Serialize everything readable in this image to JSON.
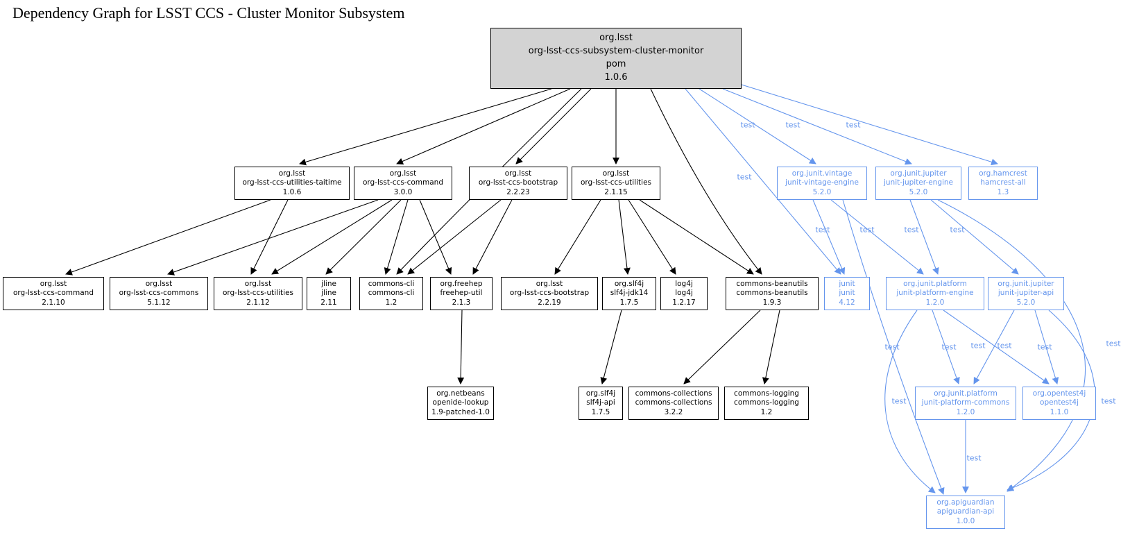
{
  "title": "Dependency Graph for LSST CCS - Cluster Monitor Subsystem",
  "colors": {
    "black": "#000000",
    "blue": "#6495ED",
    "root_fill": "#d3d3d3"
  },
  "edge_scope_label": "test",
  "nodes": [
    {
      "id": "root",
      "style": "root",
      "lines": [
        "org.lsst",
        "org-lsst-ccs-subsystem-cluster-monitor",
        "pom",
        "1.0.6"
      ]
    },
    {
      "id": "taitime",
      "style": "black",
      "lines": [
        "org.lsst",
        "org-lsst-ccs-utilities-taitime",
        "1.0.6"
      ]
    },
    {
      "id": "command3",
      "style": "black",
      "lines": [
        "org.lsst",
        "org-lsst-ccs-command",
        "3.0.0"
      ]
    },
    {
      "id": "bootstrap223",
      "style": "black",
      "lines": [
        "org.lsst",
        "org-lsst-ccs-bootstrap",
        "2.2.23"
      ]
    },
    {
      "id": "utilities2115",
      "style": "black",
      "lines": [
        "org.lsst",
        "org-lsst-ccs-utilities",
        "2.1.15"
      ]
    },
    {
      "id": "vintage",
      "style": "blue",
      "lines": [
        "org.junit.vintage",
        "junit-vintage-engine",
        "5.2.0"
      ]
    },
    {
      "id": "jupiterengine",
      "style": "blue",
      "lines": [
        "org.junit.jupiter",
        "junit-jupiter-engine",
        "5.2.0"
      ]
    },
    {
      "id": "hamcrest",
      "style": "blue",
      "lines": [
        "org.hamcrest",
        "hamcrest-all",
        "1.3"
      ]
    },
    {
      "id": "cmd2110",
      "style": "black",
      "lines": [
        "org.lsst",
        "org-lsst-ccs-command",
        "2.1.10"
      ]
    },
    {
      "id": "commons5112",
      "style": "black",
      "lines": [
        "org.lsst",
        "org-lsst-ccs-commons",
        "5.1.12"
      ]
    },
    {
      "id": "util2112",
      "style": "black",
      "lines": [
        "org.lsst",
        "org-lsst-ccs-utilities",
        "2.1.12"
      ]
    },
    {
      "id": "jline",
      "style": "black",
      "lines": [
        "jline",
        "jline",
        "2.11"
      ]
    },
    {
      "id": "commonscli",
      "style": "black",
      "lines": [
        "commons-cli",
        "commons-cli",
        "1.2"
      ]
    },
    {
      "id": "freehep",
      "style": "black",
      "lines": [
        "org.freehep",
        "freehep-util",
        "2.1.3"
      ]
    },
    {
      "id": "bootstrap2219",
      "style": "black",
      "lines": [
        "org.lsst",
        "org-lsst-ccs-bootstrap",
        "2.2.19"
      ]
    },
    {
      "id": "slf4jjdk14",
      "style": "black",
      "lines": [
        "org.slf4j",
        "slf4j-jdk14",
        "1.7.5"
      ]
    },
    {
      "id": "log4j",
      "style": "black",
      "lines": [
        "log4j",
        "log4j",
        "1.2.17"
      ]
    },
    {
      "id": "beanutils",
      "style": "black",
      "lines": [
        "commons-beanutils",
        "commons-beanutils",
        "1.9.3"
      ]
    },
    {
      "id": "junit",
      "style": "blue",
      "lines": [
        "junit",
        "junit",
        "4.12"
      ]
    },
    {
      "id": "platformengine",
      "style": "blue",
      "lines": [
        "org.junit.platform",
        "junit-platform-engine",
        "1.2.0"
      ]
    },
    {
      "id": "jupiterapi",
      "style": "blue",
      "lines": [
        "org.junit.jupiter",
        "junit-jupiter-api",
        "5.2.0"
      ]
    },
    {
      "id": "openide",
      "style": "black",
      "lines": [
        "org.netbeans",
        "openide-lookup",
        "1.9-patched-1.0"
      ]
    },
    {
      "id": "slf4japi",
      "style": "black",
      "lines": [
        "org.slf4j",
        "slf4j-api",
        "1.7.5"
      ]
    },
    {
      "id": "collections",
      "style": "black",
      "lines": [
        "commons-collections",
        "commons-collections",
        "3.2.2"
      ]
    },
    {
      "id": "logging",
      "style": "black",
      "lines": [
        "commons-logging",
        "commons-logging",
        "1.2"
      ]
    },
    {
      "id": "platformcommons",
      "style": "blue",
      "lines": [
        "org.junit.platform",
        "junit-platform-commons",
        "1.2.0"
      ]
    },
    {
      "id": "opentest4j",
      "style": "blue",
      "lines": [
        "org.opentest4j",
        "opentest4j",
        "1.1.0"
      ]
    },
    {
      "id": "apiguardian",
      "style": "blue",
      "lines": [
        "org.apiguardian",
        "apiguardian-api",
        "1.0.0"
      ]
    }
  ],
  "edges": [
    {
      "from": "root",
      "to": "taitime",
      "scope": "compile"
    },
    {
      "from": "root",
      "to": "command3",
      "scope": "compile"
    },
    {
      "from": "root",
      "to": "bootstrap223",
      "scope": "compile"
    },
    {
      "from": "root",
      "to": "utilities2115",
      "scope": "compile"
    },
    {
      "from": "root",
      "to": "commonscli",
      "scope": "compile"
    },
    {
      "from": "root",
      "to": "beanutils",
      "scope": "compile"
    },
    {
      "from": "taitime",
      "to": "cmd2110",
      "scope": "compile"
    },
    {
      "from": "taitime",
      "to": "util2112",
      "scope": "compile"
    },
    {
      "from": "command3",
      "to": "commons5112",
      "scope": "compile"
    },
    {
      "from": "command3",
      "to": "util2112",
      "scope": "compile"
    },
    {
      "from": "command3",
      "to": "jline",
      "scope": "compile"
    },
    {
      "from": "command3",
      "to": "commonscli",
      "scope": "compile"
    },
    {
      "from": "command3",
      "to": "freehep",
      "scope": "compile"
    },
    {
      "from": "bootstrap223",
      "to": "commonscli",
      "scope": "compile"
    },
    {
      "from": "bootstrap223",
      "to": "freehep",
      "scope": "compile"
    },
    {
      "from": "utilities2115",
      "to": "bootstrap2219",
      "scope": "compile"
    },
    {
      "from": "utilities2115",
      "to": "slf4jjdk14",
      "scope": "compile"
    },
    {
      "from": "utilities2115",
      "to": "log4j",
      "scope": "compile"
    },
    {
      "from": "utilities2115",
      "to": "beanutils",
      "scope": "compile"
    },
    {
      "from": "freehep",
      "to": "openide",
      "scope": "compile"
    },
    {
      "from": "slf4jjdk14",
      "to": "slf4japi",
      "scope": "compile"
    },
    {
      "from": "beanutils",
      "to": "collections",
      "scope": "compile"
    },
    {
      "from": "beanutils",
      "to": "logging",
      "scope": "compile"
    },
    {
      "from": "root",
      "to": "vintage",
      "scope": "test",
      "label": "test"
    },
    {
      "from": "root",
      "to": "jupiterengine",
      "scope": "test",
      "label": "test"
    },
    {
      "from": "root",
      "to": "hamcrest",
      "scope": "test",
      "label": "test"
    },
    {
      "from": "root",
      "to": "junit",
      "scope": "test",
      "label": "test"
    },
    {
      "from": "vintage",
      "to": "junit",
      "scope": "test",
      "label": "test"
    },
    {
      "from": "vintage",
      "to": "platformengine",
      "scope": "test",
      "label": "test"
    },
    {
      "from": "jupiterengine",
      "to": "platformengine",
      "scope": "test",
      "label": "test"
    },
    {
      "from": "jupiterengine",
      "to": "jupiterapi",
      "scope": "test",
      "label": "test"
    },
    {
      "from": "vintage",
      "to": "apiguardian",
      "scope": "test",
      "label": "test"
    },
    {
      "from": "jupiterengine",
      "to": "apiguardian",
      "scope": "test",
      "label": "test"
    },
    {
      "from": "platformengine",
      "to": "platformcommons",
      "scope": "test",
      "label": "test"
    },
    {
      "from": "platformengine",
      "to": "opentest4j",
      "scope": "test",
      "label": "test"
    },
    {
      "from": "jupiterapi",
      "to": "platformcommons",
      "scope": "test",
      "label": "test"
    },
    {
      "from": "jupiterapi",
      "to": "opentest4j",
      "scope": "test",
      "label": "test"
    },
    {
      "from": "platformengine",
      "to": "apiguardian",
      "scope": "test",
      "label": "test"
    },
    {
      "from": "jupiterapi",
      "to": "apiguardian",
      "scope": "test",
      "label": "test"
    },
    {
      "from": "platformcommons",
      "to": "apiguardian",
      "scope": "test",
      "label": "test"
    }
  ]
}
